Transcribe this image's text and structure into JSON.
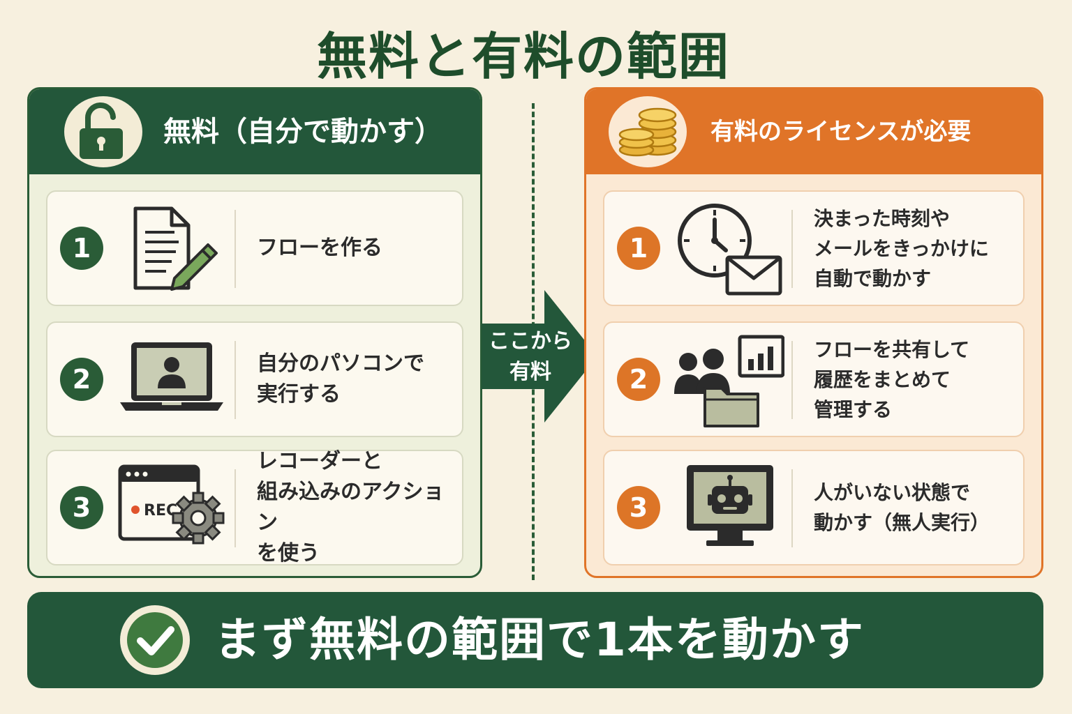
{
  "title": "無料と有料の範囲",
  "colors": {
    "green": "#23573a",
    "orange": "#e07428",
    "background": "#f7f0df"
  },
  "free": {
    "icon": "unlock-icon",
    "heading": "無料（自分で動かす）",
    "items": [
      {
        "number": "1",
        "icon": "document-pencil-icon",
        "text": "フローを作る"
      },
      {
        "number": "2",
        "icon": "laptop-user-icon",
        "text": "自分のパソコンで\n実行する"
      },
      {
        "number": "3",
        "icon": "recorder-gear-icon",
        "rec_label": "REC",
        "text": "レコーダーと\n組み込みのアクション\nを使う"
      }
    ]
  },
  "arrow": {
    "text": "ここから\n有料"
  },
  "paid": {
    "icon": "coins-icon",
    "heading": "有料のライセンスが必要",
    "items": [
      {
        "number": "1",
        "icon": "clock-mail-icon",
        "text": "決まった時刻や\nメールをきっかけに\n自動で動かす"
      },
      {
        "number": "2",
        "icon": "team-folder-chart-icon",
        "text": "フローを共有して\n履歴をまとめて\n管理する"
      },
      {
        "number": "3",
        "icon": "robot-monitor-icon",
        "text": "人がいない状態で\n動かす（無人実行）"
      }
    ]
  },
  "banner": {
    "icon": "check-circle-icon",
    "text": "まず無料の範囲で1本を動かす"
  }
}
